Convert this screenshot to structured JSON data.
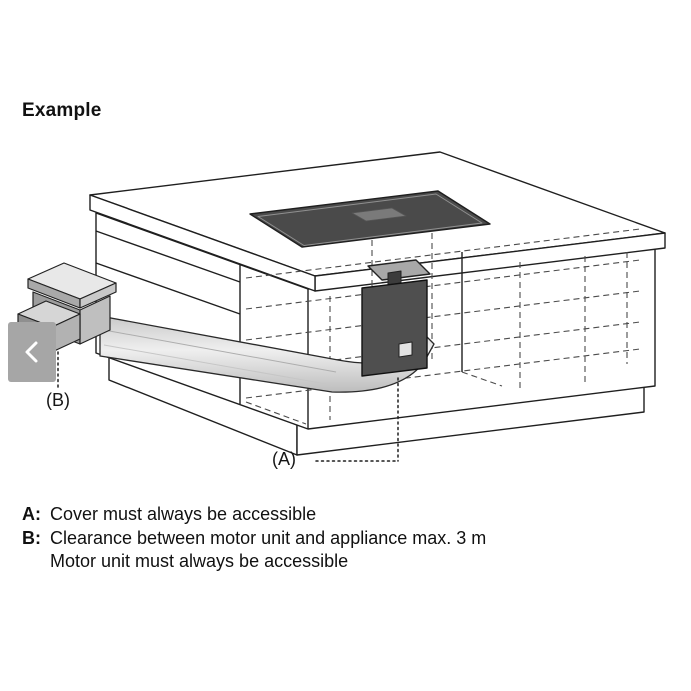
{
  "title": "Example",
  "diagram": {
    "callout_a": "(A)",
    "callout_b": "(B)",
    "parts": {
      "cooktop": "cooktop-with-downdraft-vent",
      "cover": "duct-access-cover",
      "motor_unit": "remote-motor-unit",
      "duct": "flat-exhaust-duct"
    },
    "colors": {
      "line": "#1f1f1f",
      "hidden_line": "#4b4b4b",
      "cooktop_fill": "#4a4a4a",
      "cover_fill": "#4f4f4f",
      "duct_fill": "#d9d9d9",
      "nav_button": "#a6a6a6"
    }
  },
  "icons": {
    "carousel_prev": "chevron-left"
  },
  "notes": [
    {
      "key": "A:",
      "text": "Cover must always be accessible"
    },
    {
      "key": "B:",
      "text": "Clearance between motor unit and appliance max. 3 m"
    },
    {
      "key": "",
      "text": "Motor unit must always be accessible"
    }
  ]
}
